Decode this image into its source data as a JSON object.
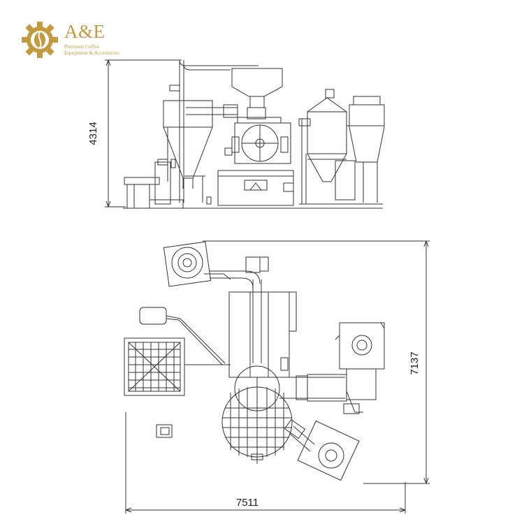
{
  "brand": {
    "name": "A&E",
    "tagline_line1": "Premium Coffee",
    "tagline_line2": "Equipment & Accessories",
    "color": "#c59a3e"
  },
  "dimensions": {
    "height": "4314",
    "width": "7511",
    "depth": "7137"
  },
  "line_color": "#333333"
}
